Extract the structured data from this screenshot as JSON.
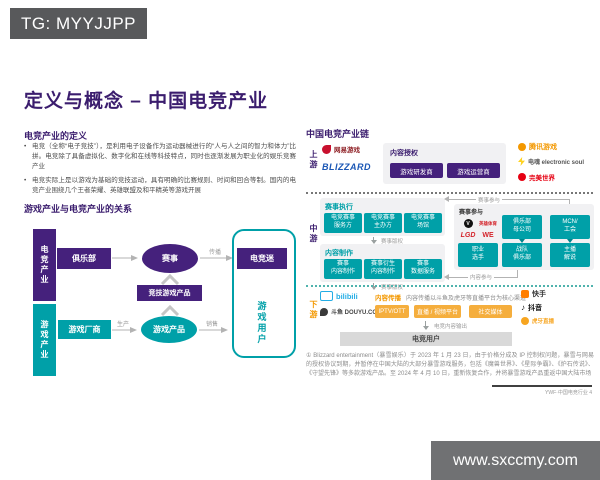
{
  "colors": {
    "purple": "#45217C",
    "title_purple": "#3B1D6E",
    "teal": "#00A0A8",
    "orange": "#F5AE3D",
    "panel_gray": "#F1F1F3",
    "users_gray": "#D9D9D9",
    "watermark_gray": "#58595B"
  },
  "watermarks": {
    "telegram": "TG: MYYJJPP",
    "website": "www.sxccmy.com"
  },
  "slide": {
    "title": "定义与概念 – 中国电竞产业",
    "definition": {
      "heading": "电竞产业的定义",
      "bullets": [
        "电竞（全称“电子竞技”），是利用电子设备作为运动器械进行的“人与人之间的智力和体力”比拼。电竞除了具备虚拟化、数字化和在线等科技特点，同时也逐渐发展为职业化的娱乐竞赛产业",
        "电竞实际上是以游戏为基础的竞技运动，具有明确的比赛规则、时间和回合等制。国内的电竞产业围绕几个王者荣耀、英雄联盟及和平精英等游戏开展"
      ]
    },
    "relationship": {
      "heading": "游戏产业与电竞产业的关系",
      "esports_industry": "电竞产业",
      "game_industry": "游戏产业",
      "club": "俱乐部",
      "event": "赛事",
      "esports_fan": "电竞迷",
      "competitive_game_product": "竞技游戏产品",
      "game_vendor": "游戏厂商",
      "game_product": "游戏产品",
      "game_user": "游戏用户",
      "labels": {
        "spread": "传播",
        "produce": "生产",
        "sell": "销售"
      }
    },
    "chain": {
      "heading": "中国电竞产业链",
      "upstream": {
        "stage": "上游",
        "panel_title": "内容授权",
        "buttons": [
          "游戏研发商",
          "游戏运营商"
        ],
        "logos_left": [
          "网易游戏",
          "BLIZZARD"
        ],
        "logos_right": [
          "腾讯游戏",
          "电魂 electronic soul",
          "完美世界"
        ]
      },
      "midstream": {
        "stage": "中游",
        "execution": {
          "title": "赛事执行",
          "buttons": [
            "电竞赛事\n服务方",
            "电竞赛事\n主办方",
            "电竞赛事\n场馆"
          ]
        },
        "arrow_label_1": "赛事版权",
        "production": {
          "title": "内容制作",
          "buttons": [
            "赛事\n内容制作",
            "赛事衍生\n内容制作",
            "赛事\n数据服务"
          ]
        },
        "arrow_label_2": "赛事版权",
        "participation": {
          "title": "赛事参与",
          "logos": [
            "VSPN",
            "英雄体育",
            "LGD",
            "WE"
          ],
          "buttons_top": [
            "俱乐部\n母公司",
            "MCN/\n工会"
          ],
          "buttons_bottom": [
            "职业\n选手",
            "战队\n俱乐部",
            "主播\n解说"
          ],
          "link_top": "赛事参与",
          "link_bottom": "内容参与"
        }
      },
      "downstream": {
        "stage": "下游",
        "title": "内容传播",
        "description": "内容传播以斗鱼及虎牙等直播平台为核心渠道",
        "buttons": [
          "IPTV/OTT",
          "直播 / 视频平台",
          "社交媒体"
        ],
        "logos_left": [
          "bilibili",
          "斗鱼 DOUYU.COM"
        ],
        "logos_right": [
          "快手",
          "抖音",
          "虎牙直播"
        ],
        "arrow_label": "电竞内容输出",
        "users_box": "电竞用户"
      },
      "footnote": "① Blizzard entertainment（暴雪娱乐）于 2023 年 1 月 23 日，由于价格分成及 IP 控制权问题，暴雪与网易的授权协议到期，并暂停在中国大陆的大部分暴雪游戏服务，包括《魔兽世界》、《星际争霸》、《炉石传说》、《守望先锋》等多款游戏产品。至 2024 年 4 月 10 日，重新恢复合作，并将暴雪游戏产品重返中国大陆市场",
      "page_footer": "YWF·中国电竞行业 4"
    }
  }
}
